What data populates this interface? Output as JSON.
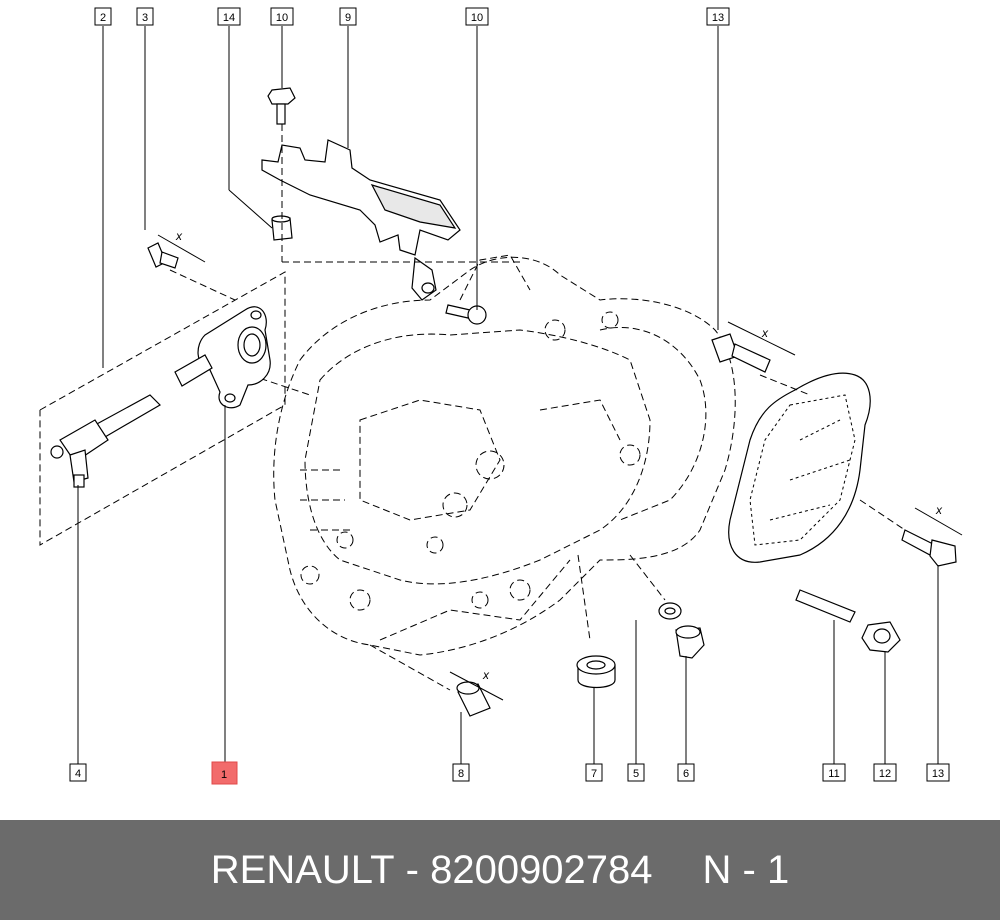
{
  "callouts": [
    {
      "id": "c2",
      "label": "2"
    },
    {
      "id": "c3",
      "label": "3"
    },
    {
      "id": "c14",
      "label": "14"
    },
    {
      "id": "c10a",
      "label": "10"
    },
    {
      "id": "c9",
      "label": "9"
    },
    {
      "id": "c10b",
      "label": "10"
    },
    {
      "id": "c13a",
      "label": "13"
    },
    {
      "id": "c4",
      "label": "4"
    },
    {
      "id": "c1",
      "label": "1"
    },
    {
      "id": "c8",
      "label": "8"
    },
    {
      "id": "c7",
      "label": "7"
    },
    {
      "id": "c5",
      "label": "5"
    },
    {
      "id": "c6",
      "label": "6"
    },
    {
      "id": "c11",
      "label": "11"
    },
    {
      "id": "c12",
      "label": "12"
    },
    {
      "id": "c13b",
      "label": "13"
    }
  ],
  "torque_mark": "x",
  "footer": {
    "brand": "RENAULT",
    "separator": "-",
    "part_number": "8200902784",
    "suffix": "N - 1"
  },
  "colors": {
    "highlight": "#f26b6b",
    "footer_bg": "#6b6b6b"
  }
}
